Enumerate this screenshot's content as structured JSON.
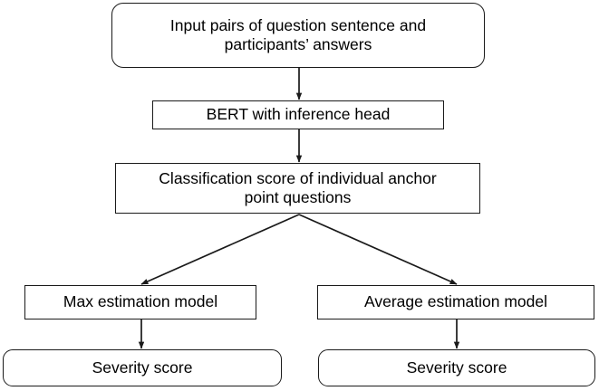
{
  "diagram": {
    "title": "Severity score estimation pipeline flowchart",
    "background_color": "#ffffff",
    "stroke_color": "#1a1a1a",
    "text_color": "#000000",
    "nodes": {
      "input": {
        "label": "Input pairs of question sentence and\nparticipants’ answers",
        "shape": "rounded-rectangle"
      },
      "bert": {
        "label": "BERT with inference head",
        "shape": "rectangle"
      },
      "classification": {
        "label": "Classification score of individual anchor\npoint questions",
        "shape": "rectangle"
      },
      "max_model": {
        "label": "Max estimation model",
        "shape": "rectangle"
      },
      "average_model": {
        "label": "Average estimation model",
        "shape": "rectangle"
      },
      "severity_left": {
        "label": "Severity score",
        "shape": "rounded-rectangle"
      },
      "severity_right": {
        "label": "Severity score",
        "shape": "rounded-rectangle"
      }
    },
    "edges": [
      {
        "from": "input",
        "to": "bert",
        "style": "straight-arrow"
      },
      {
        "from": "bert",
        "to": "classification",
        "style": "straight-arrow"
      },
      {
        "from": "classification",
        "to": "max_model",
        "style": "diagonal-arrow"
      },
      {
        "from": "classification",
        "to": "average_model",
        "style": "diagonal-arrow"
      },
      {
        "from": "max_model",
        "to": "severity_left",
        "style": "straight-arrow"
      },
      {
        "from": "average_model",
        "to": "severity_right",
        "style": "straight-arrow"
      }
    ]
  }
}
